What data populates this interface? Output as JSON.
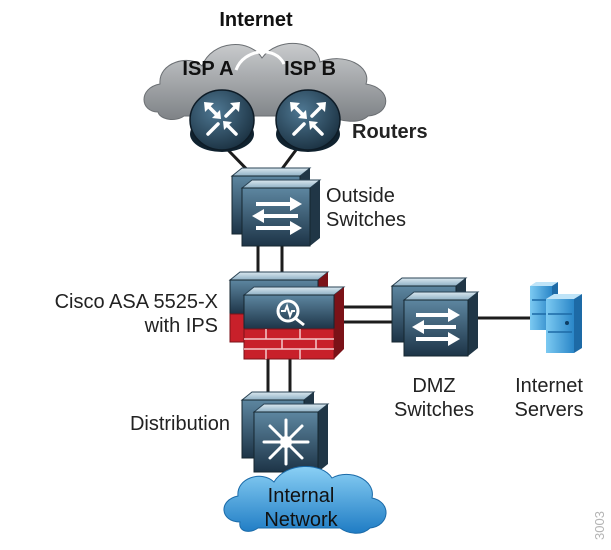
{
  "labels": {
    "internet": "Internet",
    "isp_a": "ISP A",
    "isp_b": "ISP B",
    "routers": "Routers",
    "outside_switches_1": "Outside",
    "outside_switches_2": "Switches",
    "asa_1": "Cisco ASA 5525-X",
    "asa_2": "with IPS",
    "dmz_1": "DMZ",
    "dmz_2": "Switches",
    "servers_1": "Internet",
    "servers_2": "Servers",
    "distribution": "Distribution",
    "internal_1": "Internal",
    "internal_2": "Network",
    "figure_number": "3003"
  },
  "colors": {
    "device_dark": "#1f3a4d",
    "device_mid": "#3e6a86",
    "device_light": "#a9c6d8",
    "firewall_red": "#c8202a",
    "cloud_gray": "#8e9296",
    "cloud_blue": "#2f8fd0",
    "server_blue": "#3fa2dd",
    "link": "#1c1c1c"
  },
  "icons": [
    "cloud-icon",
    "router-icon",
    "switch-icon",
    "firewall-icon",
    "layer3-switch-icon",
    "server-icon"
  ]
}
